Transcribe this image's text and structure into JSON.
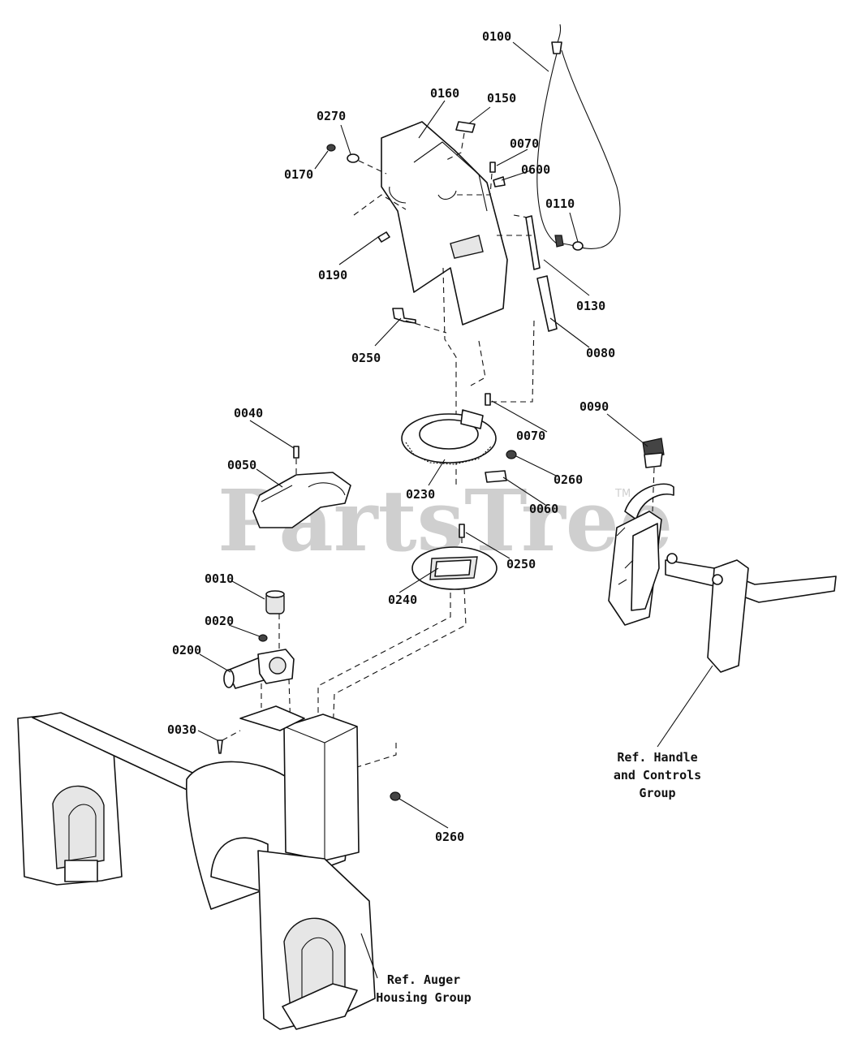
{
  "watermark": {
    "text": "PartsTree",
    "trademark": "TM"
  },
  "labels": {
    "p0100": "0100",
    "p0160": "0160",
    "p0150": "0150",
    "p0270": "0270",
    "p0070a": "0070",
    "p0600": "0600",
    "p0170": "0170",
    "p0110": "0110",
    "p0190": "0190",
    "p0130": "0130",
    "p0250a": "0250",
    "p0080": "0080",
    "p0090": "0090",
    "p0040": "0040",
    "p0070b": "0070",
    "p0050": "0050",
    "p0260a": "0260",
    "p0230": "0230",
    "p0060": "0060",
    "p0250b": "0250",
    "p0010": "0010",
    "p0240": "0240",
    "p0020": "0020",
    "p0200": "0200",
    "p0030": "0030",
    "p0260b": "0260"
  },
  "refs": {
    "handle": [
      "Ref. Handle",
      "and Controls",
      "Group"
    ],
    "auger": [
      "Ref. Auger",
      "Housing Group"
    ]
  }
}
